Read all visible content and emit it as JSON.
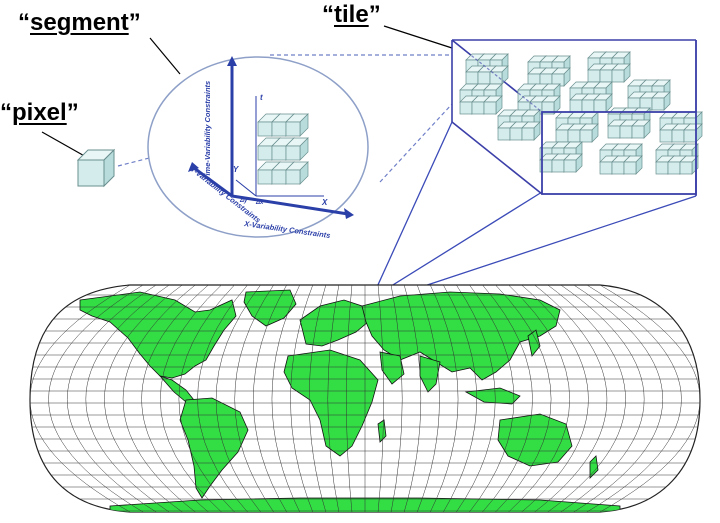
{
  "labels": {
    "segment": "segment",
    "tile": "tile",
    "pixel": "pixel",
    "open_quote": "“",
    "close_quote": "”"
  },
  "segment_axes": {
    "time_axis_title": "Time-Variability Constraints",
    "y_axis_title": "Y-Variability Constraints",
    "x_axis_title": "X-Variability Constraints",
    "t_symbol": "t",
    "x_symbol": "X",
    "y_symbol": "Y",
    "dx_symbol": "Δx",
    "dy_symbol": "Δy"
  },
  "colors": {
    "cube_fill": "#d4ecec",
    "cube_top": "#e8f6f6",
    "cube_side": "#b8dcdc",
    "cube_stroke": "#6a8f8f",
    "axis_blue": "#2b3fa8",
    "tile_border": "#3b3fa8",
    "connector": "#6f7fc8",
    "land": "#33dd44",
    "ocean": "#ffffff"
  }
}
